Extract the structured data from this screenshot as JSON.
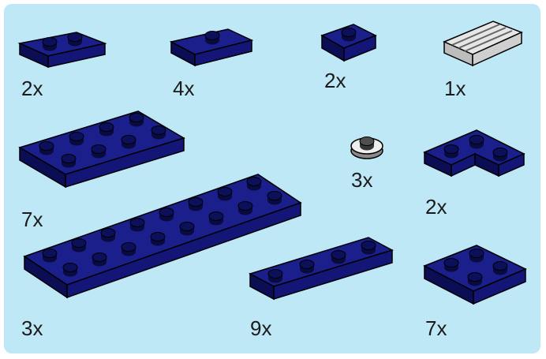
{
  "colors": {
    "panel_background": "#bfe8f7",
    "panel_border": "#ffffff",
    "brick_top": "#1b1f8c",
    "brick_side": "#0b0e55",
    "stud_top": "#0c0f5a",
    "outline": "#000000",
    "gray_brick": "#d9d9d9",
    "round_plate": "#eeeeee"
  },
  "parts": [
    {
      "name": "plate-1x2",
      "color": "blue",
      "quantity": "2x"
    },
    {
      "name": "plate-1x2-jumper",
      "color": "blue",
      "quantity": "4x"
    },
    {
      "name": "plate-1x1",
      "color": "blue",
      "quantity": "2x"
    },
    {
      "name": "grille-tile-1x2",
      "color": "light-gray",
      "quantity": "1x"
    },
    {
      "name": "plate-2x4",
      "color": "blue",
      "quantity": "7x"
    },
    {
      "name": "round-plate-1x1",
      "color": "white",
      "quantity": "3x"
    },
    {
      "name": "plate-2x2-corner",
      "color": "blue",
      "quantity": "2x"
    },
    {
      "name": "plate-2x8",
      "color": "blue",
      "quantity": "3x"
    },
    {
      "name": "plate-1x4",
      "color": "blue",
      "quantity": "9x"
    },
    {
      "name": "plate-2x2",
      "color": "blue",
      "quantity": "7x"
    }
  ]
}
